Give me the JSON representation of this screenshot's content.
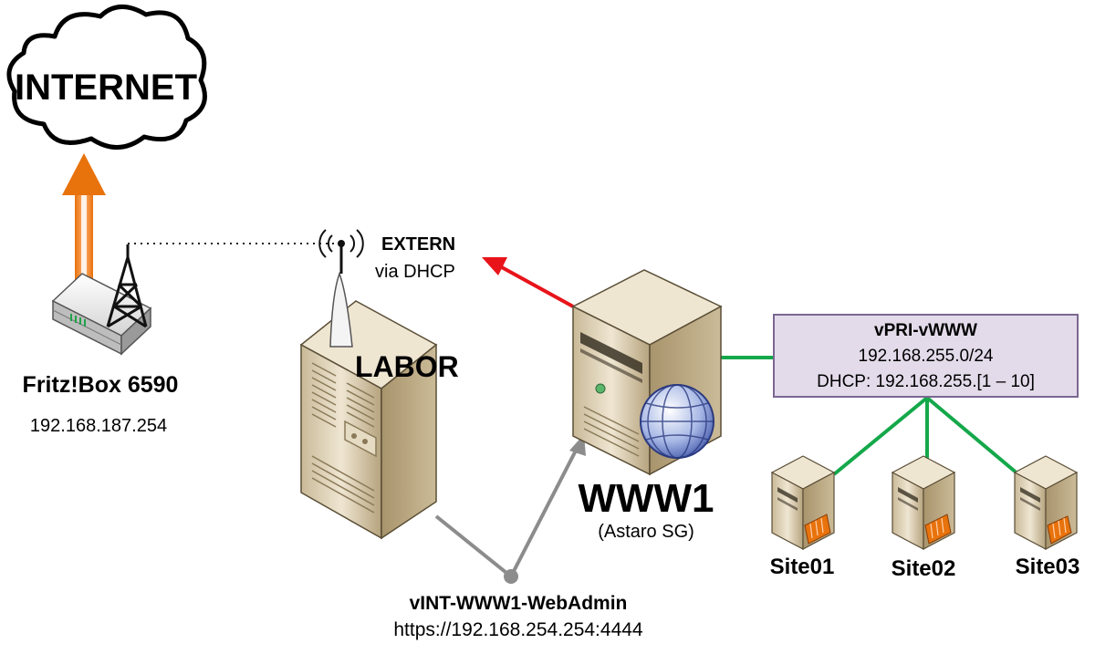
{
  "cloud": {
    "label": "INTERNET"
  },
  "router": {
    "name": "Fritz!Box 6590",
    "ip": "192.168.187.254"
  },
  "labor": {
    "label": "LABOR"
  },
  "extern": {
    "title": "EXTERN",
    "subtitle": "via DHCP"
  },
  "www1": {
    "name": "WWW1",
    "subtitle": "(Astaro SG)"
  },
  "network": {
    "name": "vPRI-vWWW",
    "subnet": "192.168.255.0/24",
    "dhcp": "DHCP: 192.168.255.[1 – 10]"
  },
  "sites": [
    {
      "name": "Site01"
    },
    {
      "name": "Site02"
    },
    {
      "name": "Site03"
    }
  ],
  "webadmin": {
    "name": "vINT-WWW1-WebAdmin",
    "url": "https://192.168.254.254:4444"
  },
  "colors": {
    "uplink": "#e8720c",
    "extern_link": "#e8141a",
    "lan_link": "#14a84a",
    "admin_link": "#8c8c8c",
    "net_box_fill": "#e3dbea",
    "net_box_border": "#7b6791"
  }
}
